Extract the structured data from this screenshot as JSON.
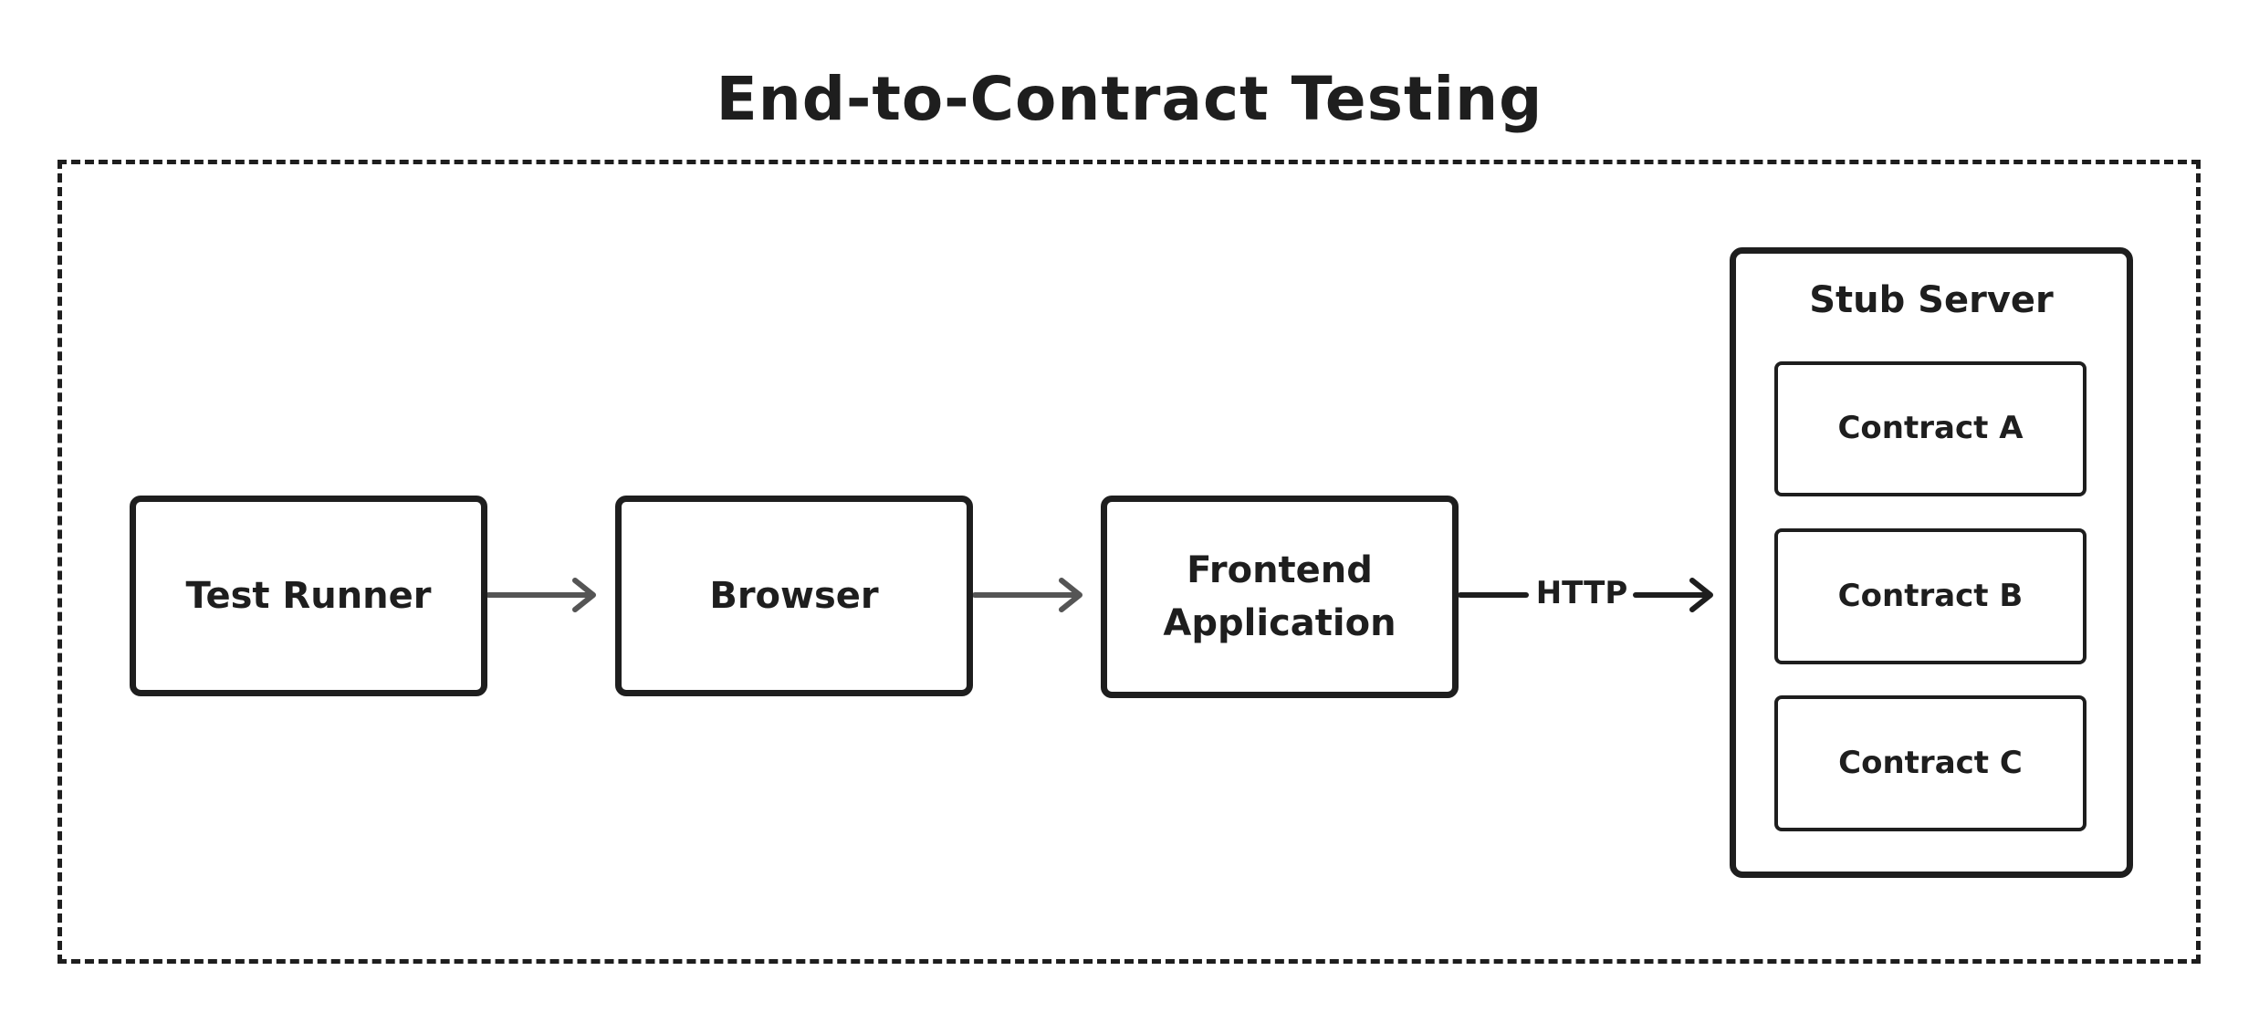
{
  "title": "End-to-Contract Testing",
  "nodes": {
    "test_runner": "Test Runner",
    "browser": "Browser",
    "frontend_line1": "Frontend",
    "frontend_line2": "Application",
    "stub_server": "Stub Server",
    "contract_a": "Contract A",
    "contract_b": "Contract B",
    "contract_c": "Contract C"
  },
  "edges": {
    "http_label": "HTTP"
  },
  "colors": {
    "stroke": "#1e1e1e",
    "arrow_gray": "#555555"
  }
}
